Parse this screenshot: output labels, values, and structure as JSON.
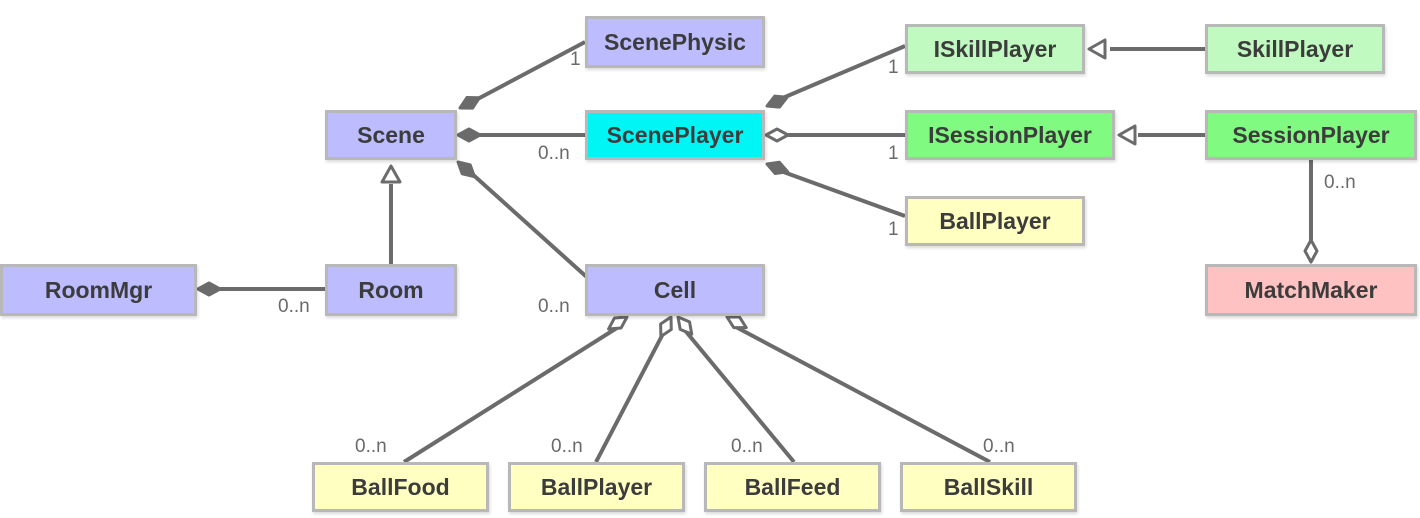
{
  "colors": {
    "line": "#6b6b6b",
    "purple": "#bcbcff",
    "cyan": "#00f5f5",
    "green_light": "#c0fac0",
    "green": "#80fa80",
    "yellow": "#ffffc2",
    "red": "#ffc2c2"
  },
  "classes": {
    "scene": "Scene",
    "scene_physic": "ScenePhysic",
    "scene_player": "ScenePlayer",
    "iskill_player": "ISkillPlayer",
    "skill_player": "SkillPlayer",
    "isession_player": "ISessionPlayer",
    "session_player": "SessionPlayer",
    "ball_player_top": "BallPlayer",
    "match_maker": "MatchMaker",
    "room_mgr": "RoomMgr",
    "room": "Room",
    "cell": "Cell",
    "ball_food": "BallFood",
    "ball_player_bottom": "BallPlayer",
    "ball_feed": "BallFeed",
    "ball_skill": "BallSkill"
  },
  "multiplicities": {
    "scene_physic": "1",
    "scene_player": "0..n",
    "iskill_player": "1",
    "isession_player": "1",
    "ball_player_top": "1",
    "session_player": "0..n",
    "room": "0..n",
    "cell": "0..n",
    "ball_food": "0..n",
    "ball_player_bottom": "0..n",
    "ball_feed": "0..n",
    "ball_skill": "0..n"
  }
}
